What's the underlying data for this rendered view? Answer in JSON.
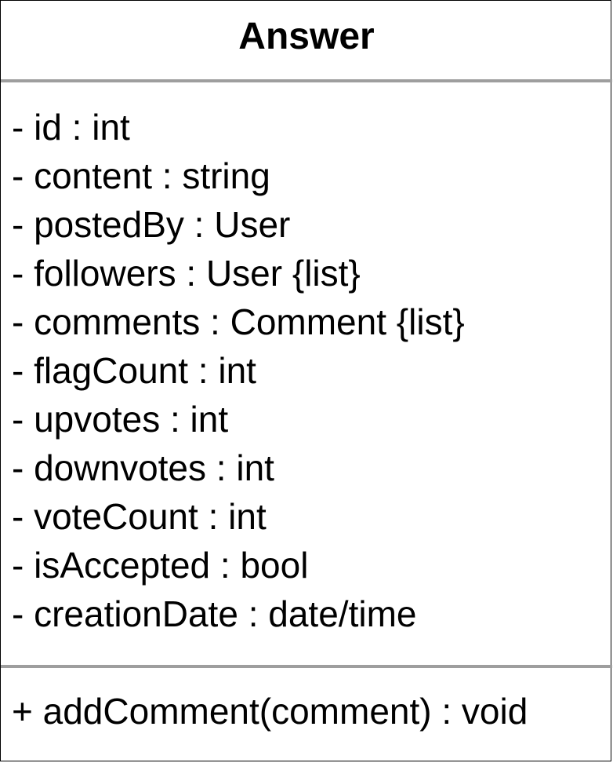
{
  "class": {
    "name": "Answer",
    "attributes": [
      "- id : int",
      "- content : string",
      "- postedBy : User",
      "- followers : User {list}",
      "- comments : Comment {list}",
      "- flagCount : int",
      "- upvotes : int",
      "- downvotes : int",
      "- voteCount : int",
      "- isAccepted : bool",
      "- creationDate : date/time"
    ],
    "methods": [
      "+ addComment(comment) : void"
    ]
  },
  "colors": {
    "border": "#000000",
    "divider": "#9e9e9e",
    "background": "#ffffff",
    "text": "#000000"
  }
}
